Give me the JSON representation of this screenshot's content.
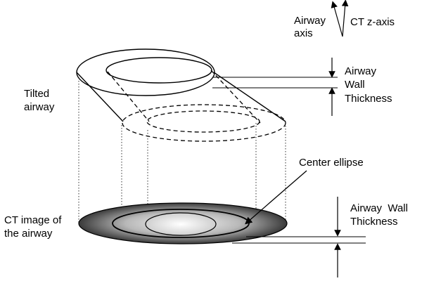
{
  "labels": {
    "airway_axis_line1": "Airway",
    "airway_axis_line2": "axis",
    "ct_z_axis": "CT z-axis",
    "top_thickness_line1": "Airway",
    "top_thickness_line2": "Wall",
    "top_thickness_line3": "Thickness",
    "tilted_airway_line1": "Tilted",
    "tilted_airway_line2": "airway",
    "center_ellipse": "Center ellipse",
    "ct_image_line1": "CT image of",
    "ct_image_line2": "the airway",
    "bottom_thickness_line1": "Airway  Wall",
    "bottom_thickness_line2": "Thickness"
  },
  "colors": {
    "stroke": "#000000",
    "ring_dark": "#3a3a3a",
    "ring_light": "#e6e6e6",
    "background": "#ffffff"
  }
}
